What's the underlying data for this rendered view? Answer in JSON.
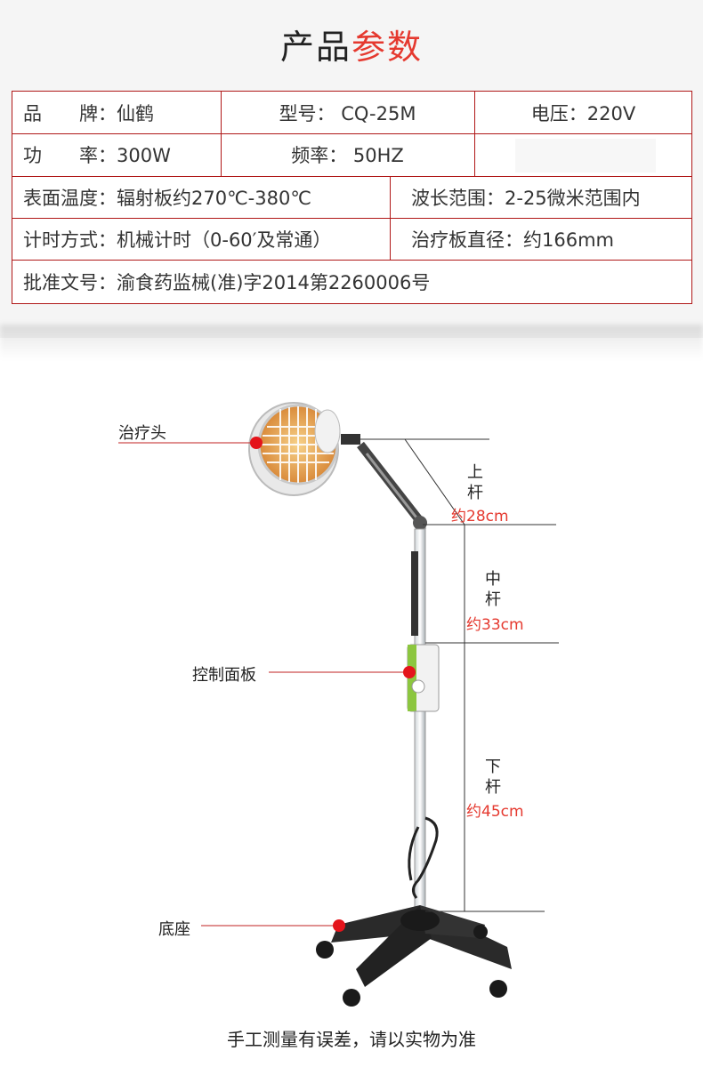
{
  "title": {
    "part1": "产品",
    "part2": "参数"
  },
  "spec": {
    "brand": "品　　牌：仙鹤",
    "model": "型号：  CQ-25M",
    "voltage": "电压：220V",
    "power": "功　　率：300W",
    "frequency": "频率：  50HZ",
    "surface_temp": "表面温度：辐射板约270℃-380℃",
    "wavelength": "波长范围：2-25微米范围内",
    "timer": "计时方式：机械计时（0-60′及常通）",
    "plate_diameter": "治疗板直径：约166mm",
    "approval": "批准文号：渝食药监械(准)字2014第2260006号"
  },
  "diagram": {
    "head_label": "治疗头",
    "panel_label": "控制面板",
    "base_label": "底座",
    "upper_rod": {
      "c1": "上",
      "c2": "杆",
      "value": "约28cm"
    },
    "middle_rod": {
      "c1": "中",
      "c2": "杆",
      "value": "约33cm"
    },
    "lower_rod": {
      "c1": "下",
      "c2": "杆",
      "value": "约45cm"
    }
  },
  "footer": "手工测量有误差，请以实物为准",
  "colors": {
    "accent": "#e5392f",
    "table_border": "#b01818",
    "dot": "#e4141b"
  }
}
